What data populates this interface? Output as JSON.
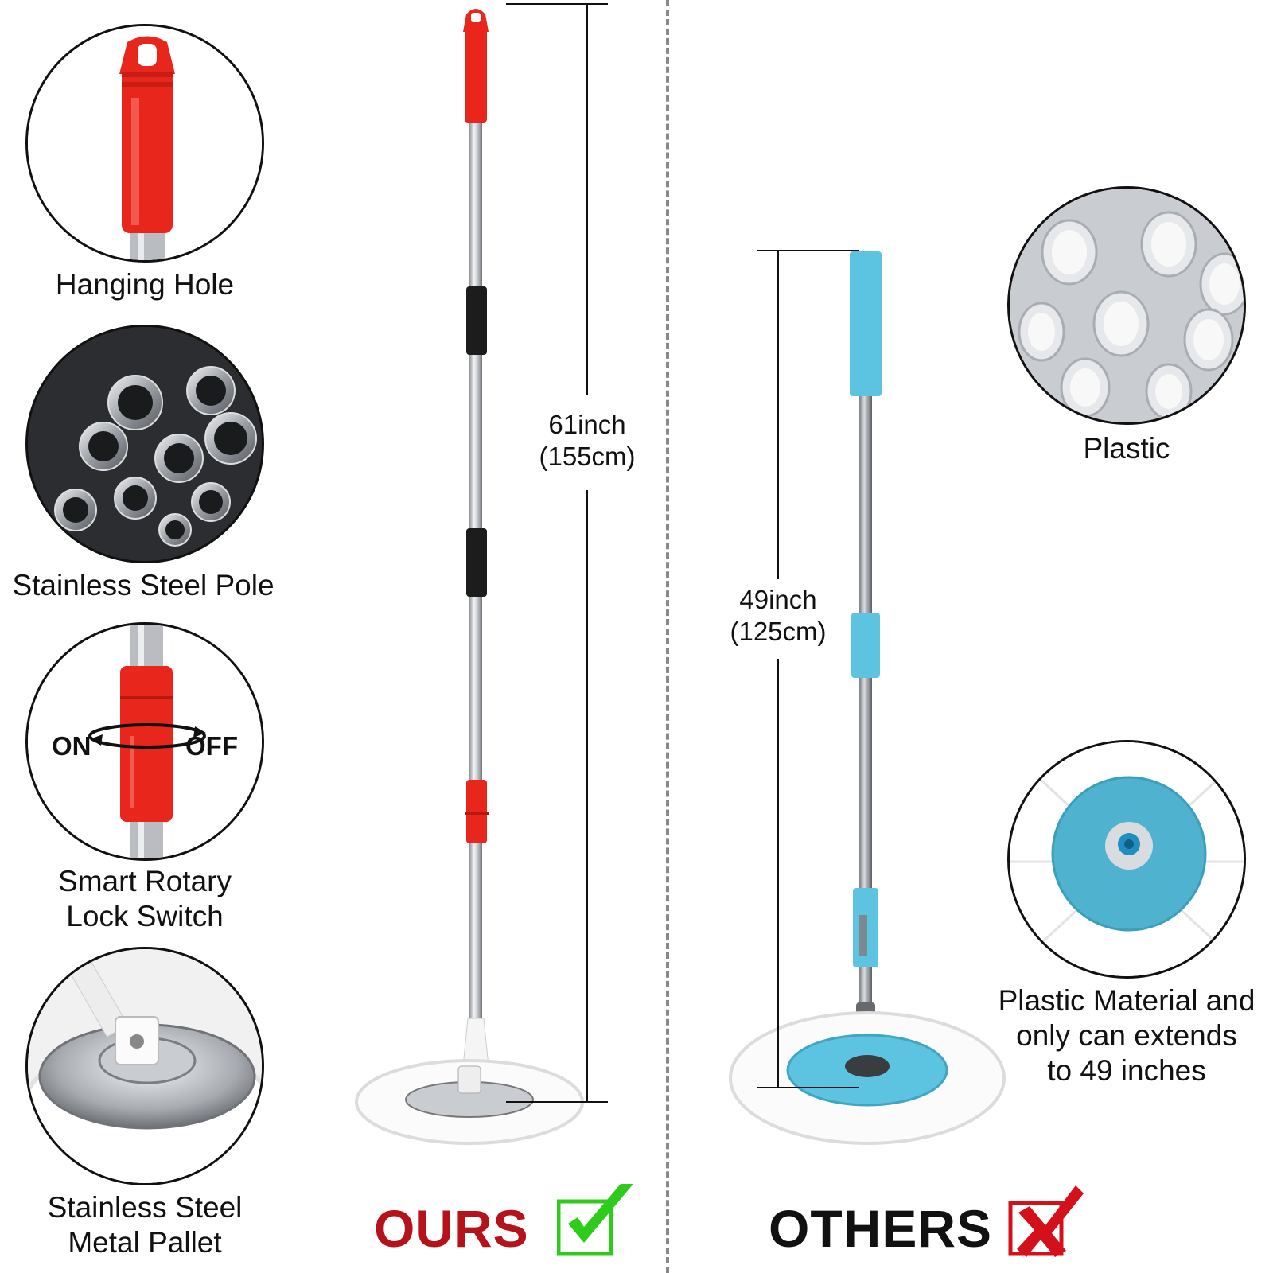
{
  "left_features": [
    {
      "label_lines": [
        "Hanging Hole"
      ],
      "icon": "red-handle-hanging-hole"
    },
    {
      "label_lines": [
        "Stainless Steel Pole"
      ],
      "icon": "steel-tubes"
    },
    {
      "label_lines": [
        "Smart Rotary",
        "Lock Switch"
      ],
      "icon": "rotary-lock",
      "on_label": "ON",
      "off_label": "OFF"
    },
    {
      "label_lines": [
        "Stainless Steel",
        "Metal Pallet"
      ],
      "icon": "metal-pallet"
    }
  ],
  "ours": {
    "height_lines": [
      "61inch",
      "(155cm)"
    ],
    "verdict": "OURS",
    "verdict_color": "#b5121b",
    "check_color": "#2ecc1a"
  },
  "others": {
    "height_lines": [
      "49inch",
      "(125cm)"
    ],
    "verdict": "OTHERS",
    "verdict_color": "#111111",
    "cross_color": "#d4101a"
  },
  "right_features": [
    {
      "label_lines": [
        "Plastic"
      ],
      "icon": "plastic-pipes"
    },
    {
      "label_lines": [
        "Plastic Material and",
        "only can extends",
        "to 49 inches"
      ],
      "icon": "plastic-pallet"
    }
  ],
  "colors": {
    "red_handle": "#e8261c",
    "blue_handle": "#5cc4e0",
    "steel": "#b9bcc0",
    "divider": "#888888"
  }
}
